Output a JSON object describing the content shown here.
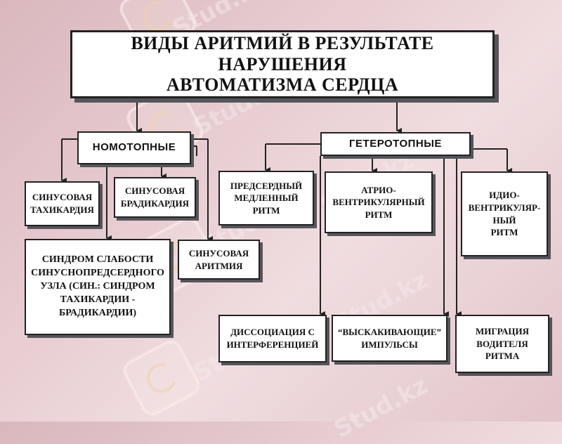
{
  "diagram": {
    "title": "ВИДЫ АРИТМИЙ В РЕЗУЛЬТАТЕ НАРУШЕНИЯ\nАВТОМАТИЗМА СЕРДЦА",
    "branches": {
      "nomotopic": "НОМОТОПНЫЕ",
      "heterotopic": "ГЕТЕРОТОПНЫЕ"
    },
    "nomotopic_items": {
      "sinus_tachycardia": "СИНУСОВАЯ\nТАХИКАРДИЯ",
      "sinus_bradycardia": "СИНУСОВАЯ\nБРАДИКАРДИЯ",
      "sick_sinus_syndrome": "СИНДРОМ СЛАБОСТИ\nСИНУСНОПРЕДСЕРДНОГО\nУЗЛА (СИН.: СИНДРОМ\nТАХИКАРДИИ -\nБРАДИКАРДИИ)",
      "sinus_arrhythmia": "СИНУСОВАЯ\nАРИТМИЯ"
    },
    "heterotopic_items": {
      "atrial_slow_rhythm": "ПРЕДСЕРДНЫЙ\nМЕДЛЕННЫЙ\nРИТМ",
      "av_rhythm": "АТРИО-\nВЕНТРИКУЛЯРНЫЙ\nРИТМ",
      "idioventricular_rhythm": "ИДИО-\nВЕНТРИКУЛЯР-\nНЫЙ\nРИТМ",
      "dissociation": "ДИССОЦИАЦИЯ С\nИНТЕРФЕРЕНЦИЕЙ",
      "escape_impulses": "“ВЫСКАКИВАЮЩИЕ”\nИМПУЛЬСЫ",
      "pacemaker_migration": "МИГРАЦИЯ\nВОДИТЕЛЯ\nРИТМА"
    }
  },
  "watermark": {
    "text": "Stud.kz",
    "color": "#f6e9eb"
  },
  "colors": {
    "background": "#e5c7cc",
    "box_fill": "#ffffff",
    "box_border": "#222222",
    "shadow": "#55555a"
  }
}
